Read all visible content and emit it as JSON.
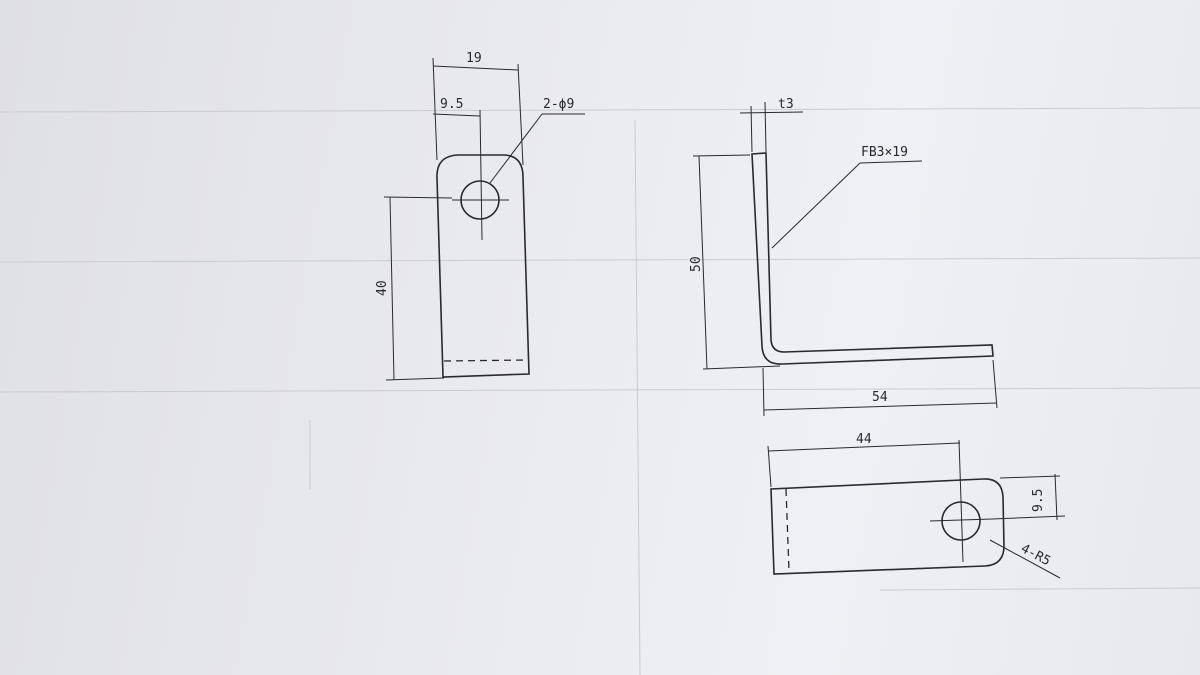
{
  "drawing": {
    "front_view": {
      "width_dim": "19",
      "hole_offset_dim": "9.5",
      "hole_callout": "2-ϕ9",
      "height_dim": "40"
    },
    "side_view": {
      "thickness_dim": "t3",
      "material_callout": "FB3×19",
      "height_dim": "50",
      "length_dim": "54"
    },
    "top_view": {
      "hole_distance_dim": "44",
      "hole_offset_dim": "9.5",
      "radius_callout": "4-R5"
    }
  }
}
